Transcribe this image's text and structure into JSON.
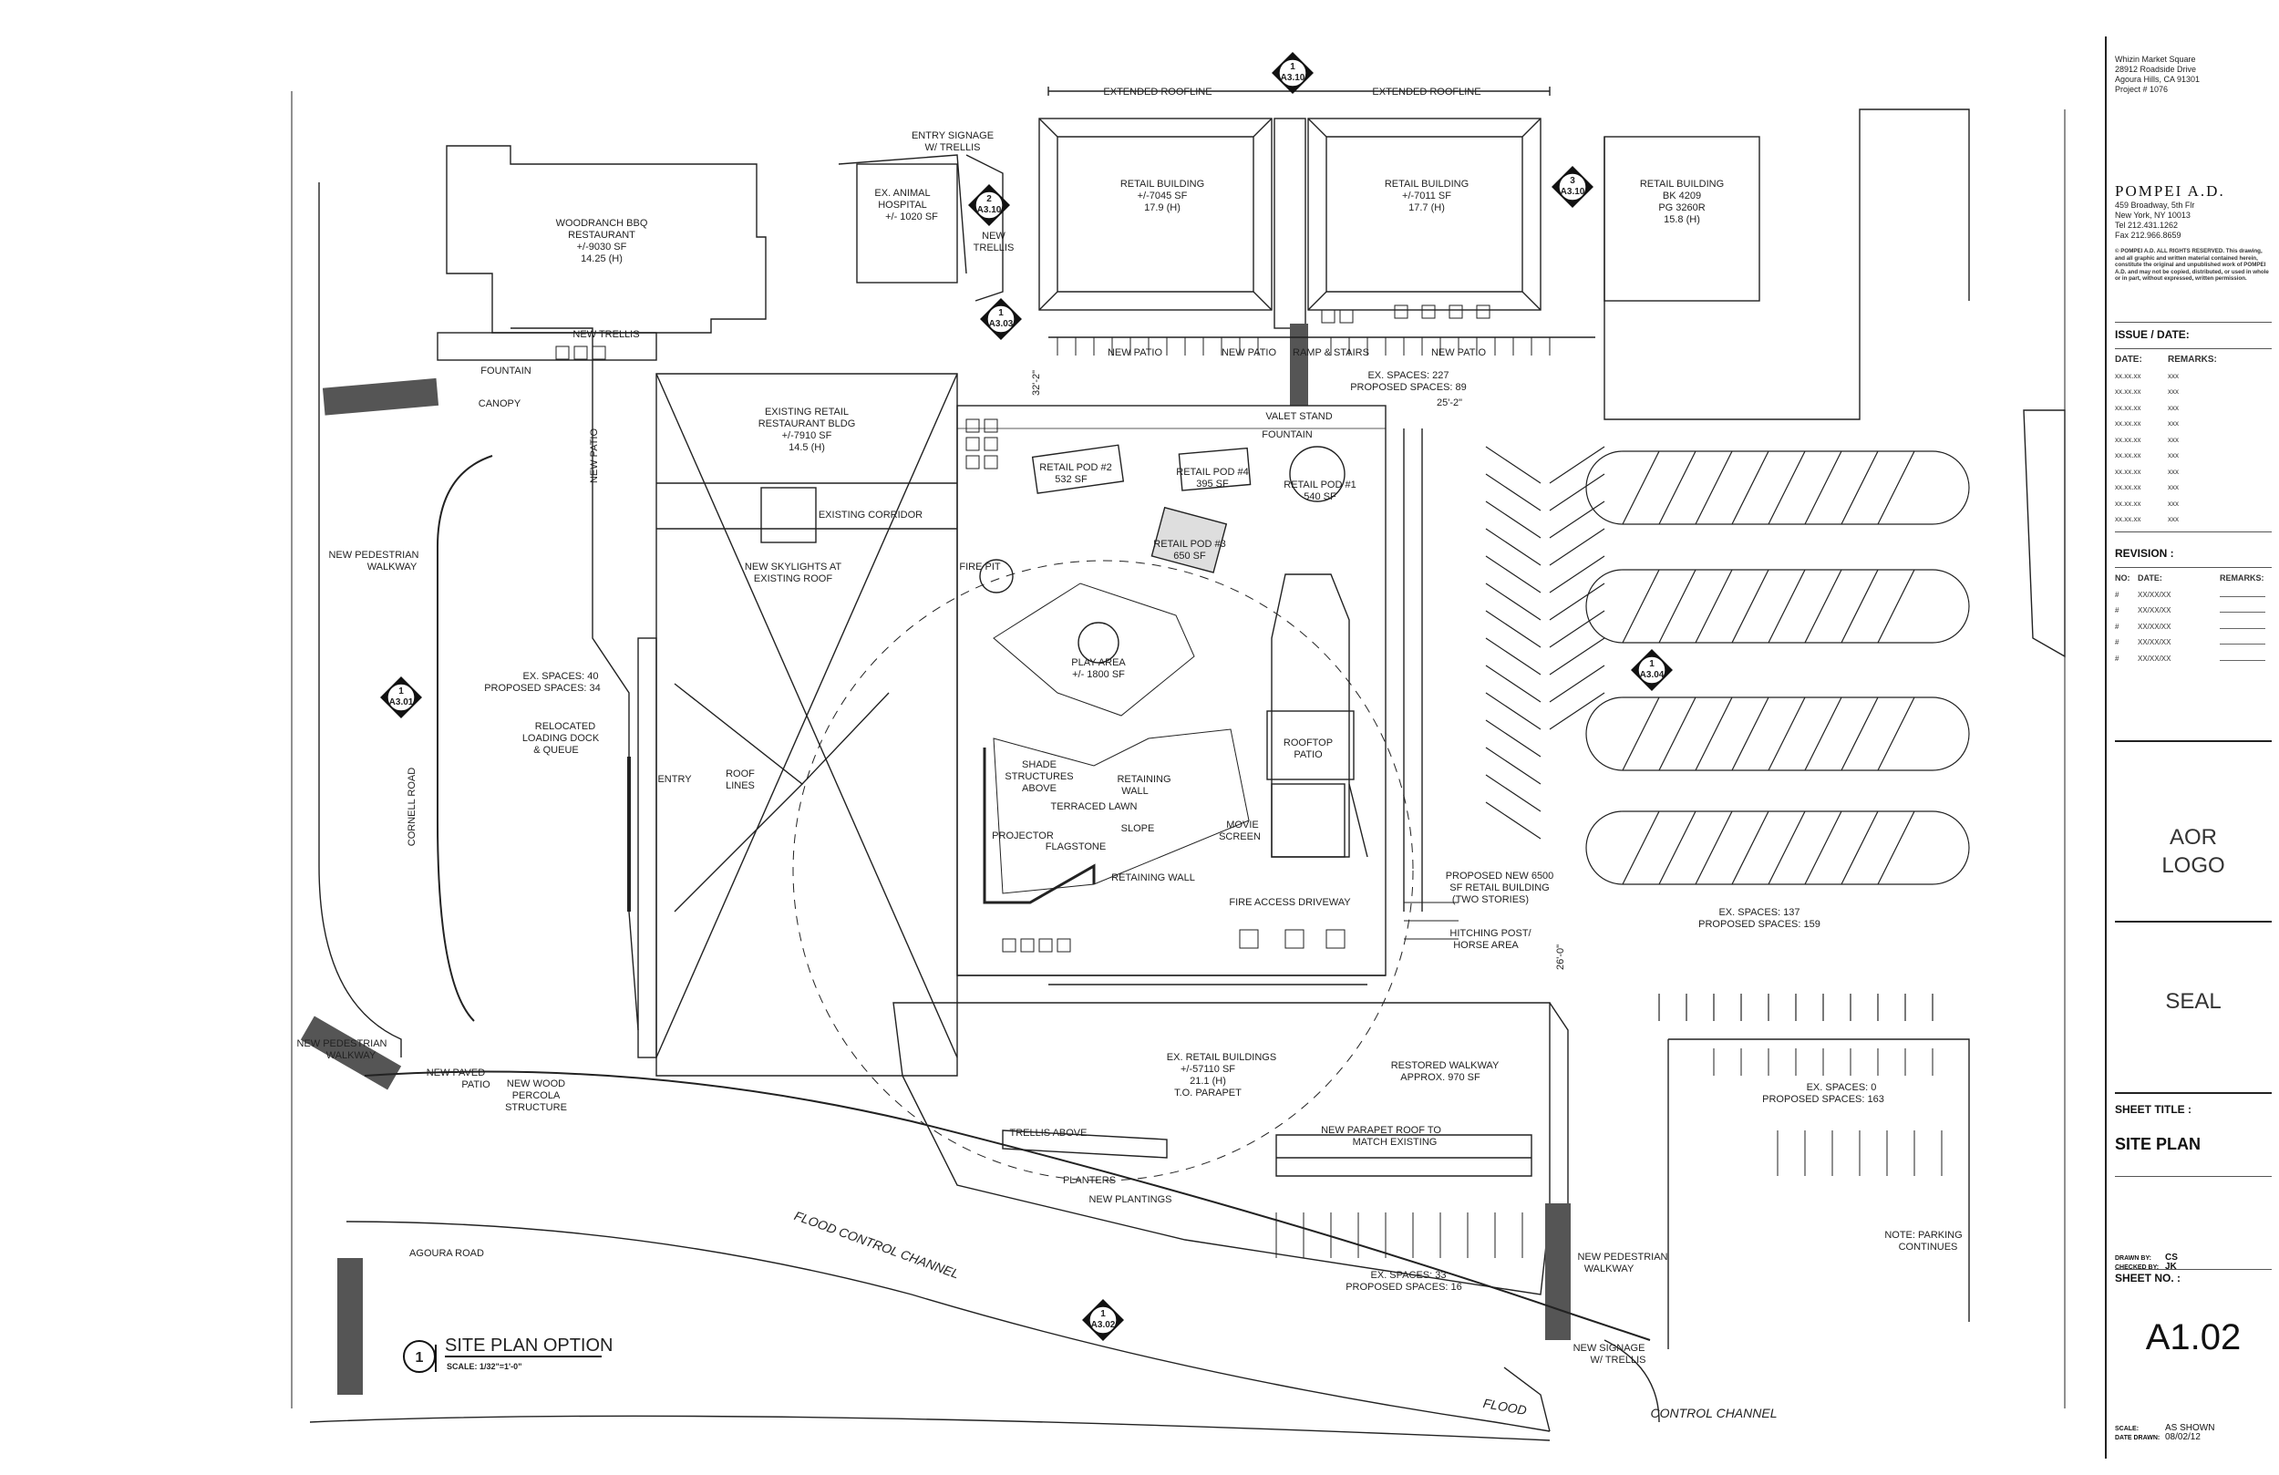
{
  "project": {
    "name": "Whizin Market Square",
    "address1": "28912 Roadside Drive",
    "address2": "Agoura Hills, CA 91301",
    "project_no": "Project # 1076"
  },
  "firm": {
    "name": "POMPEI A.D.",
    "address1": "459 Broadway, 5th Flr",
    "address2": "New York, NY 10013",
    "tel": "Tel 212.431.1262",
    "fax": "Fax 212.966.8659",
    "copyright": "© POMPEI A.D. ALL RIGHTS RESERVED. This drawing, and all graphic and written material contained herein, constitute the original and unpublished work of POMPEI A.D. and may not be copied, distributed, or used in whole or in part, without expressed, written permission."
  },
  "issue": {
    "heading": "ISSUE / DATE:",
    "col_date": "DATE:",
    "col_remarks": "REMARKS:",
    "rows": [
      {
        "date": "xx.xx.xx",
        "remark": "xxx"
      },
      {
        "date": "xx.xx.xx",
        "remark": "xxx"
      },
      {
        "date": "xx.xx.xx",
        "remark": "xxx"
      },
      {
        "date": "xx.xx.xx",
        "remark": "xxx"
      },
      {
        "date": "xx.xx.xx",
        "remark": "xxx"
      },
      {
        "date": "xx.xx.xx",
        "remark": "xxx"
      },
      {
        "date": "xx.xx.xx",
        "remark": "xxx"
      },
      {
        "date": "xx.xx.xx",
        "remark": "xxx"
      },
      {
        "date": "xx.xx.xx",
        "remark": "xxx"
      },
      {
        "date": "xx.xx.xx",
        "remark": "xxx"
      }
    ]
  },
  "revision": {
    "heading": "REVISION :",
    "col_no": "NO:",
    "col_date": "DATE:",
    "col_remarks": "REMARKS:",
    "rows": [
      {
        "no": "#",
        "date": "XX/XX/XX"
      },
      {
        "no": "#",
        "date": "XX/XX/XX"
      },
      {
        "no": "#",
        "date": "XX/XX/XX"
      },
      {
        "no": "#",
        "date": "XX/XX/XX"
      },
      {
        "no": "#",
        "date": "XX/XX/XX"
      }
    ]
  },
  "aor_logo": "AOR LOGO",
  "seal": "SEAL",
  "sheet_title_label": "SHEET TITLE :",
  "sheet_title": "SITE PLAN",
  "drawn_by_label": "DRAWN BY:",
  "drawn_by": "CS",
  "checked_by_label": "CHECKED BY:",
  "checked_by": "JK",
  "sheet_no_label": "SHEET NO. :",
  "sheet_no": "A1.02",
  "scale_label": "SCALE:",
  "scale": "AS SHOWN",
  "date_drawn_label": "DATE DRAWN:",
  "date_drawn": "08/02/12",
  "drawing_title": {
    "number": "1",
    "title": "SITE PLAN OPTION",
    "scale": "SCALE: 1/32\"=1'-0\""
  },
  "labels": {
    "extended_roofline_1": "EXTENDED ROOFLINE",
    "extended_roofline_2": "EXTENDED ROOFLINE",
    "entry_signage": "ENTRY SIGNAGE",
    "w_trellis": "W/ TRELLIS",
    "animal_hospital_1": "EX. ANIMAL",
    "animal_hospital_2": "HOSPITAL",
    "animal_hospital_3": "+/- 1020 SF",
    "new_trellis_1": "NEW",
    "new_trellis_2": "TRELLIS",
    "retail_a_1": "RETAIL BUILDING",
    "retail_a_2": "+/-7045 SF",
    "retail_a_3": "17.9 (H)",
    "retail_b_1": "RETAIL BUILDING",
    "retail_b_2": "+/-7011 SF",
    "retail_b_3": "17.7 (H)",
    "retail_c_1": "RETAIL BUILDING",
    "retail_c_2": "BK 4209",
    "retail_c_3": "PG 3260R",
    "retail_c_4": "15.8 (H)",
    "bbq_1": "WOODRANCH BBQ",
    "bbq_2": "RESTAURANT",
    "bbq_3": "+/-9030 SF",
    "bbq_4": "14.25 (H)",
    "new_trellis_top": "NEW TRELLIS",
    "fountain_w": "FOUNTAIN",
    "canopy": "CANOPY",
    "new_patio_v": "NEW PATIO",
    "new_patio_1": "NEW PATIO",
    "new_patio_2": "NEW PATIO",
    "ramp_stairs": "RAMP & STAIRS",
    "new_patio_3": "NEW PATIO",
    "dim_32": "32'-2\"",
    "dim_25": "25'-2\"",
    "ex_spaces_227": "EX. SPACES: 227",
    "prop_spaces_89": "PROPOSED SPACES: 89",
    "ex_rr_1": "EXISTING RETAIL",
    "ex_rr_2": "RESTAURANT BLDG",
    "ex_rr_3": "+/-7910 SF",
    "ex_rr_4": "14.5 (H)",
    "existing_corridor": "EXISTING CORRIDOR",
    "skylights_1": "NEW SKYLIGHTS AT",
    "skylights_2": "EXISTING ROOF",
    "valet": "VALET STAND",
    "fountain_c": "FOUNTAIN",
    "pod2_1": "RETAIL POD #2",
    "pod2_2": "532 SF",
    "pod4_1": "RETAIL POD #4",
    "pod4_2": "395 SF",
    "pod1_1": "RETAIL POD #1",
    "pod1_2": "540 SF",
    "pod3_1": "RETAIL POD #3",
    "pod3_2": "650 SF",
    "fire_pit": "FIRE PIT",
    "play_1": "PLAY AREA",
    "play_2": "+/- 1800 SF",
    "ped_walkway_1": "NEW PEDESTRIAN",
    "ped_walkway_2": "WALKWAY",
    "ex_spaces_40": "EX. SPACES: 40",
    "prop_spaces_34": "PROPOSED SPACES: 34",
    "loading_1": "RELOCATED",
    "loading_2": "LOADING DOCK",
    "loading_3": "& QUEUE",
    "cornell_road": "CORNELL ROAD",
    "entry": "ENTRY",
    "roof_lines_1": "ROOF",
    "roof_lines_2": "LINES",
    "shade_1": "SHADE",
    "shade_2": "STRUCTURES",
    "shade_3": "ABOVE",
    "retaining_1": "RETAINING",
    "retaining_2": "WALL",
    "terraced_lawn": "TERRACED LAWN",
    "slope": "SLOPE",
    "projector": "PROJECTOR",
    "flagstone": "FLAGSTONE",
    "movie_1": "MOVIE",
    "movie_2": "SCREEN",
    "retaining_wall": "RETAINING WALL",
    "fire_access": "FIRE ACCESS DRIVEWAY",
    "rooftop_1": "ROOFTOP",
    "rooftop_2": "PATIO",
    "proposed_bldg_1": "PROPOSED NEW 6500",
    "proposed_bldg_2": "SF RETAIL BUILDING",
    "proposed_bldg_3": "(TWO STORIES)",
    "hitching_1": "HITCHING POST/",
    "hitching_2": "HORSE AREA",
    "dim_26": "26'-0\"",
    "ex_spaces_137": "EX. SPACES: 137",
    "prop_spaces_159": "PROPOSED SPACES: 159",
    "ex_spaces_0": "EX. SPACES: 0",
    "prop_spaces_163": "PROPOSED SPACES: 163",
    "parking_cont_1": "NOTE: PARKING",
    "parking_cont_2": "CONTINUES",
    "ped_walkway_sw_1": "NEW PEDESTRIAN",
    "ped_walkway_sw_2": "WALKWAY",
    "paved_patio_1": "NEW PAVED",
    "paved_patio_2": "PATIO",
    "pergola_1": "NEW WOOD",
    "pergola_2": "PERCOLA",
    "pergola_3": "STRUCTURE",
    "ex_retail_1": "EX. RETAIL BUILDINGS",
    "ex_retail_2": "+/-57110 SF",
    "ex_retail_3": "21.1 (H)",
    "ex_retail_4": "T.O. PARAPET",
    "restored_1": "RESTORED WALKWAY",
    "restored_2": "APPROX. 970 SF",
    "trellis_above": "TRELLIS ABOVE",
    "planters": "PLANTERS",
    "new_plantings": "NEW PLANTINGS",
    "parapet_1": "NEW PARAPET ROOF TO",
    "parapet_2": "MATCH EXISTING",
    "ex_spaces_33": "EX. SPACES: 33",
    "prop_spaces_16": "PROPOSED SPACES: 16",
    "ped_walkway_se_1": "NEW PEDESTRIAN",
    "ped_walkway_se_2": "WALKWAY",
    "signage_1": "NEW SIGNAGE",
    "signage_2": "W/ TRELLIS",
    "agoura_road": "AGOURA ROAD",
    "flood_channel": "FLOOD  CONTROL  CHANNEL",
    "flood": "FLOOD",
    "control_channel": "CONTROL  CHANNEL"
  },
  "section_markers": [
    {
      "num": "1",
      "ref": "A3.10"
    },
    {
      "num": "2",
      "ref": "A3.10"
    },
    {
      "num": "1",
      "ref": "A3.03"
    },
    {
      "num": "3",
      "ref": "A3.10"
    },
    {
      "num": "1",
      "ref": "A3.01"
    },
    {
      "num": "1",
      "ref": "A3.04"
    },
    {
      "num": "1",
      "ref": "A3.02"
    }
  ]
}
